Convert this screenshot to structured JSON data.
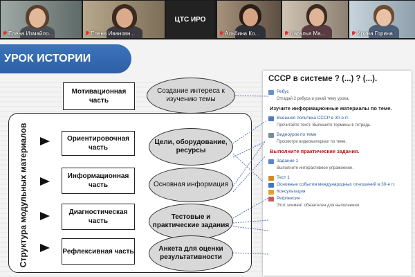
{
  "participants": [
    {
      "name": "Елена Измайло...",
      "muted": true
    },
    {
      "name": "Елена Ивановн...",
      "muted": true
    },
    {
      "name": "Альбина Ко...",
      "muted": true
    },
    {
      "name": "Наталья Ма...",
      "muted": true
    },
    {
      "name": "Ирина Горина",
      "muted": true
    }
  ],
  "host_label": "ЦТС ИРО",
  "slide": {
    "title": "УРОК ИСТОРИИ",
    "motivation": {
      "label": "Мотивационная часть",
      "oval": "Создание интереса к изучению темы"
    },
    "vertical_label": "Структура модульных материалов",
    "modules": [
      {
        "label": "Ориентировочная часть",
        "oval": "Цели, оборудование, ресурсы"
      },
      {
        "label": "Информационная часть",
        "oval": "Основная информация"
      },
      {
        "label": "Диагностическая часть",
        "oval": "Тестовые и практические задания"
      },
      {
        "label": "Рефлексивная часть",
        "oval": "Анкета для оценки результативности"
      }
    ],
    "panel": {
      "title": "СССР в системе ? (...) ? (...).",
      "items": [
        {
          "type": "link",
          "icon": "puzzle-icon",
          "text": "Ребус"
        },
        {
          "type": "sub",
          "text": "Отгадай 2 ребуса и узнай тему урока."
        },
        {
          "type": "head",
          "text": "Изучите информационные материалы по теме."
        },
        {
          "type": "link",
          "icon": "document-icon",
          "text": "Внешняя политика СССР в 30-е гг."
        },
        {
          "type": "sub",
          "text": "Прочитайте текст. Выпишите термины в тетрадь."
        },
        {
          "type": "link",
          "icon": "video-icon",
          "text": "Видеоурок по теме"
        },
        {
          "type": "sub",
          "text": "Просмотри видеоматериал по теме."
        },
        {
          "type": "head",
          "red": true,
          "text": "Выполните практические задания."
        },
        {
          "type": "link",
          "icon": "task-icon",
          "text": "Задание 1"
        },
        {
          "type": "sub",
          "text": "Выполните интерактивное упражнение."
        },
        {
          "type": "link",
          "icon": "test-icon",
          "text": "Тест 1"
        },
        {
          "type": "link",
          "icon": "events-icon",
          "text": "Основные события международных отношений в 30-е гг."
        },
        {
          "type": "link",
          "icon": "consult-icon",
          "text": "Консультация"
        },
        {
          "type": "link",
          "icon": "reflection-icon",
          "text": "Рефлексия"
        },
        {
          "type": "sub",
          "text": "Этот элемент обязателен для выполнения."
        }
      ]
    }
  },
  "colors": {
    "title_bar": "#2d5fa6",
    "oval_fill": "#d8d8d8",
    "link": "#2c5aa0",
    "red_heading": "#b01818",
    "mute": "#e03030"
  }
}
